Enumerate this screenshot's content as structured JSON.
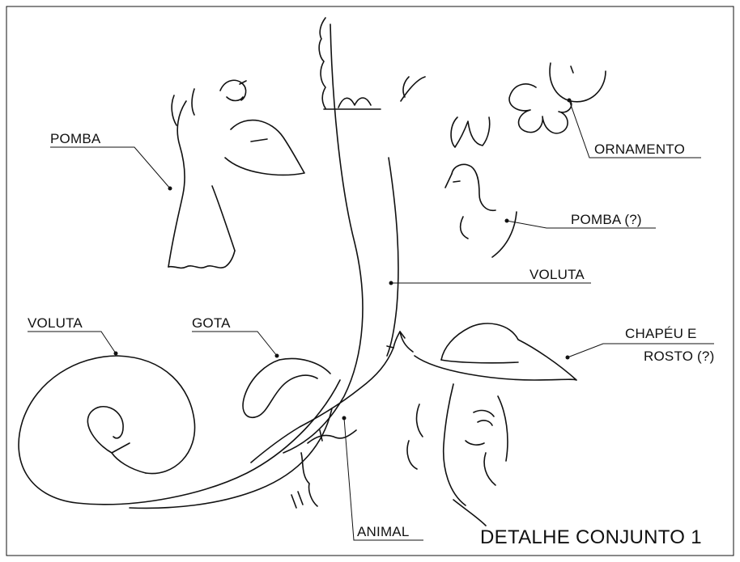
{
  "labels": {
    "pomba_left": "POMBA",
    "ornamento": "ORNAMENTO",
    "pomba_right": "POMBA (?)",
    "voluta_center": "VOLUTA",
    "voluta_left": "VOLUTA",
    "gota": "GOTA",
    "chapeu_line1": "CHAPÉU E",
    "chapeu_line2": "ROSTO (?)",
    "animal": "ANIMAL"
  },
  "title": "DETALHE CONJUNTO 1"
}
